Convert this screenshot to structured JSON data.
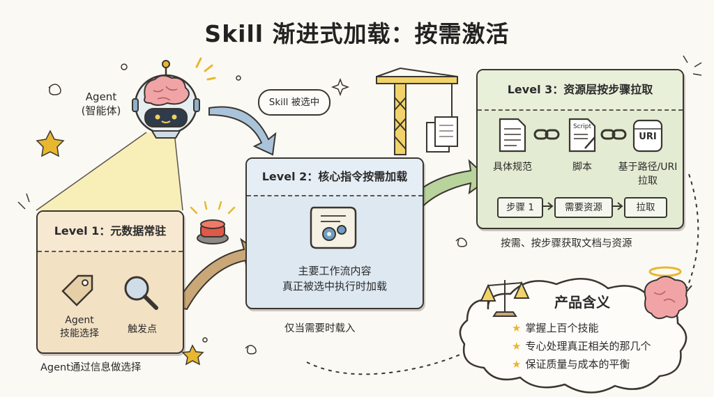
{
  "title": "Skill 渐进式加载：按需激活",
  "agent": {
    "label_line1": "Agent",
    "label_line2": "(智能体)"
  },
  "bubble": "Skill 被选中",
  "level1": {
    "title": "Level 1：元数据常驻",
    "tag_line1": "Agent",
    "tag_line2": "技能选择",
    "trigger": "触发点",
    "caption": "Agent通过信息做选择"
  },
  "level2": {
    "title": "Level 2：核心指令按需加载",
    "line1": "主要工作流内容",
    "line2": "真正被选中执行时加载",
    "caption": "仅当需要时载入"
  },
  "level3": {
    "title": "Level 3：资源层按步骤拉取",
    "item1": "具体规范",
    "item2": "脚本",
    "item2_icon_text": "Script",
    "item3_line1": "基于路径/URI",
    "item3_line2": "拉取",
    "item3_icon_text": "URI",
    "steps": [
      "步骤 1",
      "需要资源",
      "拉取"
    ],
    "caption": "按需、按步骤获取文档与资源"
  },
  "product": {
    "title": "产品含义",
    "bullets": [
      "掌握上百个技能",
      "专心处理真正相关的那几个",
      "保证质量与成本的平衡"
    ]
  },
  "icons": {
    "robot": "robot-brain-icon",
    "tag": "price-tag-icon",
    "magnifier": "magnifier-icon",
    "scroll": "scroll-gear-icon",
    "document": "document-icon",
    "chain": "chain-link-icon",
    "scale": "balance-scale-icon",
    "brain": "brain-halo-icon",
    "crane": "crane-icon",
    "button": "red-button-icon"
  },
  "colors": {
    "level1": "#f3e1c4",
    "level2": "#dde8f1",
    "level3": "#e3ecd2",
    "arrow_blue": "#a9c4da",
    "arrow_green": "#b8d39c",
    "arrow_brown": "#c9a777",
    "star": "#e8b730"
  }
}
